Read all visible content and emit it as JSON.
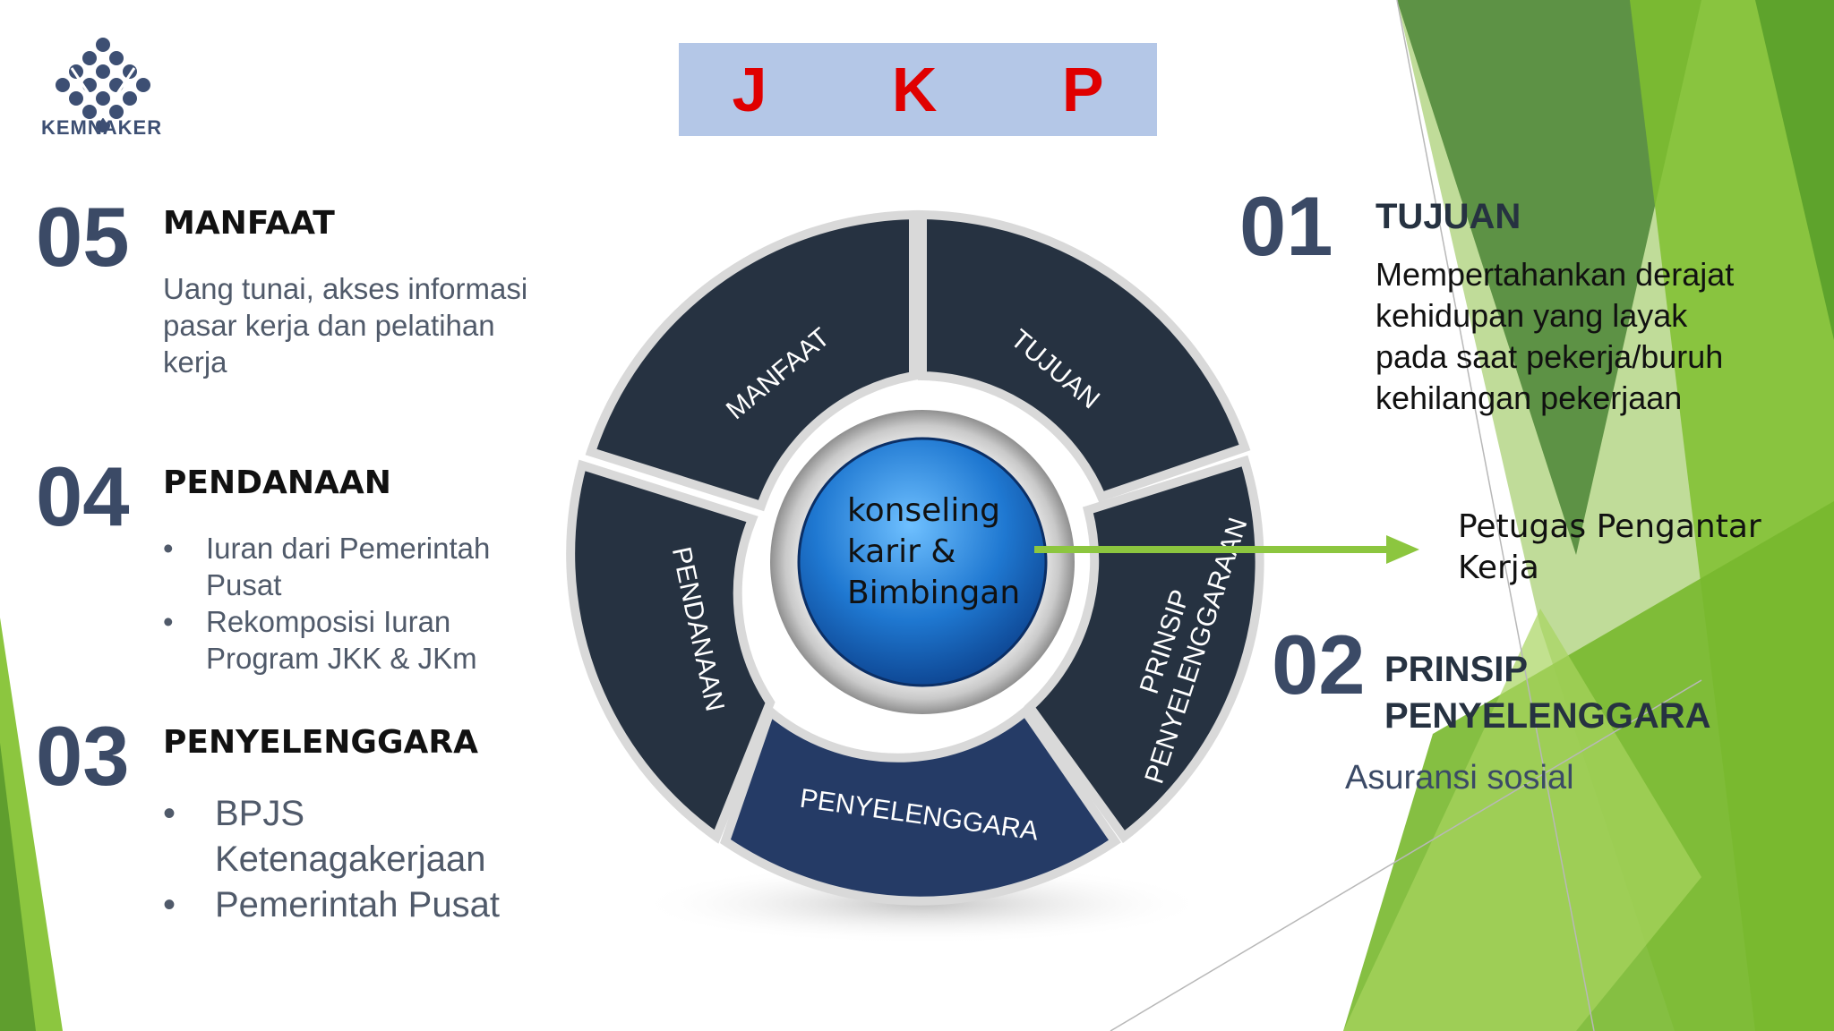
{
  "logo": {
    "name": "KEMNAKER"
  },
  "title": "J K P",
  "center": {
    "lines": [
      "konseling",
      "karir &",
      "Bimbingan"
    ]
  },
  "segments": {
    "tujuan": "TUJUAN",
    "manfaat": "MANFAAT",
    "pendanaan": "PENDANAAN",
    "penyelenggara": "PENYELENGGARA",
    "prinsip_line1": "PRINSIP",
    "prinsip_line2": "PENYELENGGARAAN"
  },
  "arrow_target": {
    "lines": [
      "Petugas Pengantar",
      "Kerja"
    ]
  },
  "items": {
    "i01": {
      "number": "01",
      "heading": "TUJUAN",
      "lines": [
        "Mempertahankan derajat",
        "kehidupan yang layak",
        "pada saat pekerja/buruh",
        "kehilangan pekerjaan"
      ]
    },
    "i02": {
      "number": "02",
      "heading_line1": "PRINSIP",
      "heading_line2": "PENYELENGGARA",
      "text": "Asuransi sosial"
    },
    "i03": {
      "number": "03",
      "heading": "PENYELENGGARA",
      "bullets": [
        [
          "BPJS",
          "Ketenagakerjaan"
        ],
        [
          "Pemerintah Pusat"
        ]
      ]
    },
    "i04": {
      "number": "04",
      "heading": "PENDANAAN",
      "bullets": [
        [
          "Iuran dari Pemerintah",
          "Pusat"
        ],
        [
          "Rekomposisi Iuran",
          "Program JKK & JKm"
        ]
      ]
    },
    "i05": {
      "number": "05",
      "heading": "MANFAAT",
      "lines": [
        "Uang tunai, akses informasi",
        "pasar kerja dan pelatihan",
        "kerja"
      ]
    }
  },
  "colors": {
    "dark_segment": "#263241",
    "highlight_segment": "#253b66",
    "center_blue": "#1f78d1",
    "arrow_green": "#8cc63f",
    "title_red": "#e00000",
    "title_bg": "#b4c7e7",
    "number_color": "#3b4a66"
  }
}
